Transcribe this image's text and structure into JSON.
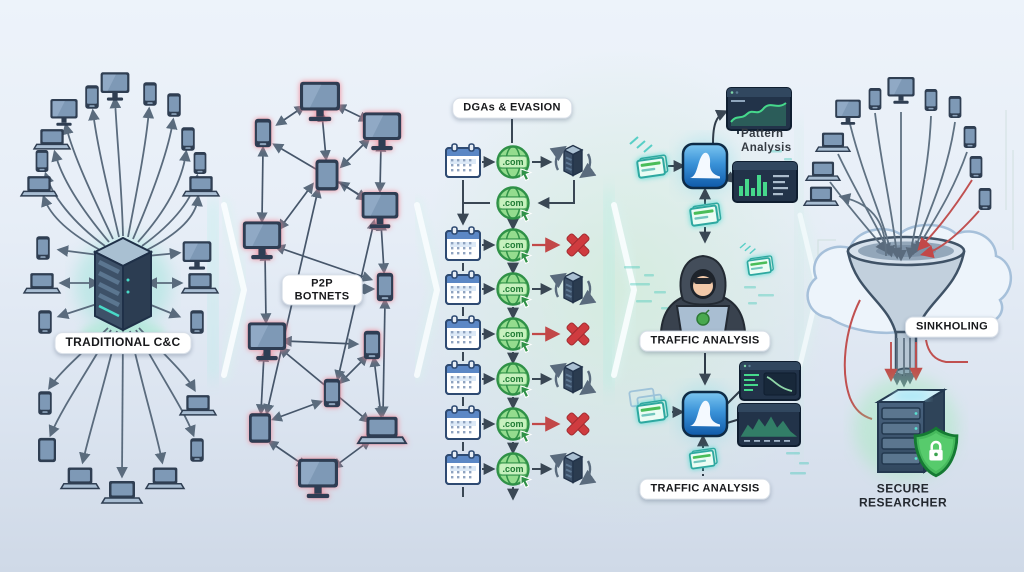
{
  "panels": {
    "traditional_cc": {
      "label": "TRADITIONAL C&C",
      "center_node": "command-server",
      "bot_devices": [
        "monitor",
        "phone",
        "laptop",
        "tablet"
      ]
    },
    "p2p_botnets": {
      "label_line1": "P2P",
      "label_line2": "BOTNETS",
      "node_count": 13
    },
    "dga_evasion": {
      "label": "DGAs & EVASION",
      "domain": ".com",
      "rows": [
        {
          "icon": "calendar-icon",
          "domain": ".com",
          "outcome": "resolved-to-server"
        },
        {
          "icon": "calendar-icon",
          "domain": ".com",
          "outcome": "blocked"
        },
        {
          "icon": "calendar-icon",
          "domain": ".com",
          "outcome": "resolved-to-server"
        },
        {
          "icon": "calendar-icon",
          "domain": ".com",
          "outcome": "blocked"
        },
        {
          "icon": "calendar-icon",
          "domain": ".com",
          "outcome": "resolved-to-server"
        },
        {
          "icon": "calendar-icon",
          "domain": ".com",
          "outcome": "blocked"
        },
        {
          "icon": "calendar-icon",
          "domain": ".com",
          "outcome": "resolved-to-server"
        }
      ]
    },
    "traffic_analysis": {
      "pattern_line1": "Pattern",
      "pattern_line2": "Analysis",
      "label_upper": "TRAFFIC ANALYSIS",
      "label_lower": "TRAFFIC ANALYSIS",
      "nodes": [
        "packet",
        "analyzer-app",
        "pattern-chart-window",
        "bar-chart-window",
        "analyst",
        "terminal-window",
        "area-chart-window"
      ]
    },
    "sinkholing": {
      "label": "SINKHOLING",
      "caption_line1": "SECURE",
      "caption_line2": "RESEARCHER",
      "nodes": [
        "bot-devices",
        "cloud",
        "funnel",
        "research-server",
        "shield-lock"
      ]
    }
  },
  "colors": {
    "background_top": "#edf3fa",
    "background_bottom": "#cfd9e7",
    "device_outline": "#2f3e52",
    "device_screen": "#7e99b6",
    "p2p_glow": "#f2909f",
    "dga_green": "#2f9147",
    "blocked_red": "#cf3b3f",
    "analyzer_blue": "#1f6db4",
    "packet_teal": "#2da8a0",
    "chart_green": "#46d98c",
    "shield_green": "#2f9e4c",
    "sinkhole_red": "#c05050",
    "arrow_gray": "#5a6b7d",
    "server_glow_teal": "#6fe0c8"
  }
}
